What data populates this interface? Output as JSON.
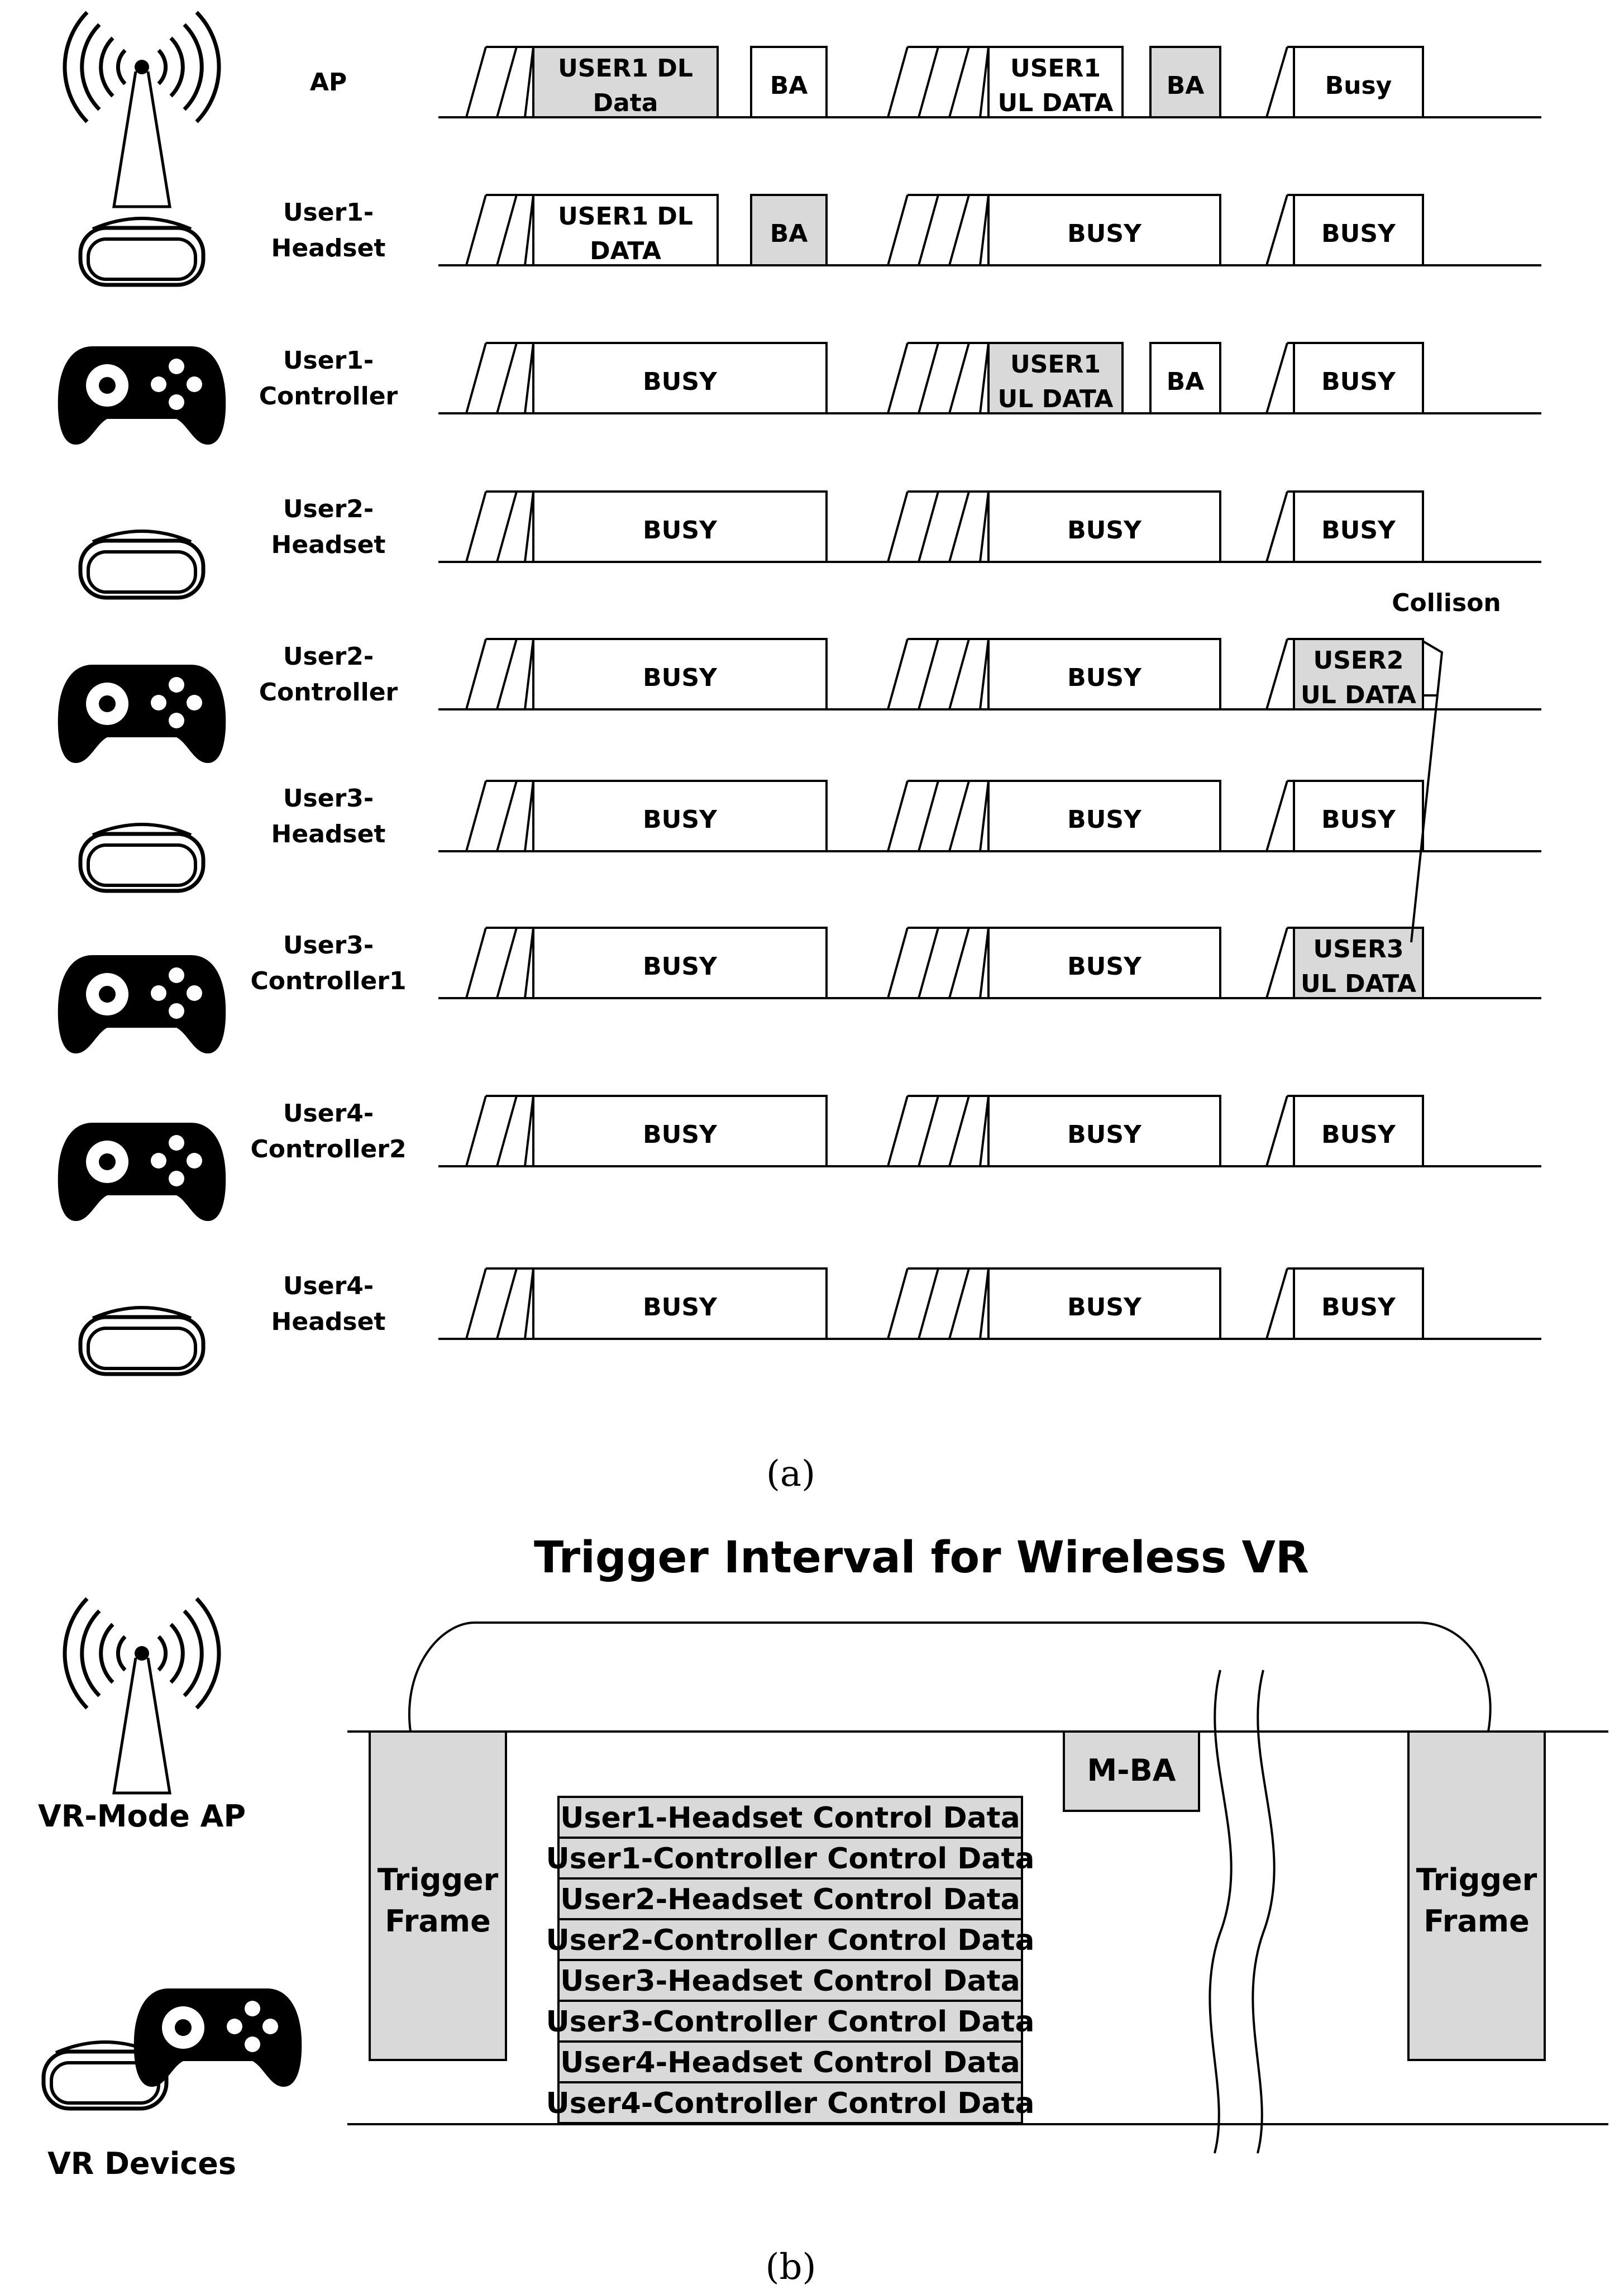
{
  "colors": {
    "shaded": "#d9d9d9",
    "line": "#000000",
    "background": "#ffffff"
  },
  "part_a": {
    "caption": "(a)",
    "collision_label": "Collison",
    "rows": [
      {
        "label": [
          "AP"
        ],
        "icon": "antenna-icon",
        "frames": [
          {
            "lines": [
              "USER1 DL",
              "Data"
            ],
            "shaded": true
          },
          {
            "lines": [
              "BA"
            ],
            "shaded": false
          },
          {
            "lines": [
              "USER1",
              "UL DATA"
            ],
            "shaded": false
          },
          {
            "lines": [
              "BA"
            ],
            "shaded": true
          },
          {
            "lines": [
              "Busy"
            ],
            "shaded": false
          }
        ]
      },
      {
        "label": [
          "User1-",
          "Headset"
        ],
        "icon": "headset-icon",
        "frames": [
          {
            "lines": [
              "USER1 DL",
              "DATA"
            ],
            "shaded": false
          },
          {
            "lines": [
              "BA"
            ],
            "shaded": true
          },
          {
            "lines": [
              "BUSY"
            ],
            "shaded": false
          },
          {
            "lines": [
              "BUSY"
            ],
            "shaded": false
          }
        ]
      },
      {
        "label": [
          "User1-",
          "Controller"
        ],
        "icon": "gamepad-icon",
        "frames": [
          {
            "lines": [
              "BUSY"
            ],
            "shaded": false
          },
          {
            "lines": [
              "USER1",
              "UL DATA"
            ],
            "shaded": true
          },
          {
            "lines": [
              "BA"
            ],
            "shaded": false
          },
          {
            "lines": [
              "BUSY"
            ],
            "shaded": false
          }
        ]
      },
      {
        "label": [
          "User2-",
          "Headset"
        ],
        "icon": "headset-icon",
        "frames": [
          {
            "lines": [
              "BUSY"
            ],
            "shaded": false
          },
          {
            "lines": [
              "BUSY"
            ],
            "shaded": false
          },
          {
            "lines": [
              "BUSY"
            ],
            "shaded": false
          }
        ]
      },
      {
        "label": [
          "User2-",
          "Controller"
        ],
        "icon": "gamepad-icon",
        "frames": [
          {
            "lines": [
              "BUSY"
            ],
            "shaded": false
          },
          {
            "lines": [
              "BUSY"
            ],
            "shaded": false
          },
          {
            "lines": [
              "USER2",
              "UL DATA"
            ],
            "shaded": true
          }
        ]
      },
      {
        "label": [
          "User3-",
          "Headset"
        ],
        "icon": "headset-icon",
        "frames": [
          {
            "lines": [
              "BUSY"
            ],
            "shaded": false
          },
          {
            "lines": [
              "BUSY"
            ],
            "shaded": false
          },
          {
            "lines": [
              "BUSY"
            ],
            "shaded": false
          }
        ]
      },
      {
        "label": [
          "User3-",
          "Controller1"
        ],
        "icon": "gamepad-icon",
        "frames": [
          {
            "lines": [
              "BUSY"
            ],
            "shaded": false
          },
          {
            "lines": [
              "BUSY"
            ],
            "shaded": false
          },
          {
            "lines": [
              "USER3",
              "UL DATA"
            ],
            "shaded": true
          }
        ]
      },
      {
        "label": [
          "User4-",
          "Controller2"
        ],
        "icon": "gamepad-icon",
        "frames": [
          {
            "lines": [
              "BUSY"
            ],
            "shaded": false
          },
          {
            "lines": [
              "BUSY"
            ],
            "shaded": false
          },
          {
            "lines": [
              "BUSY"
            ],
            "shaded": false
          }
        ]
      },
      {
        "label": [
          "User4-",
          "Headset"
        ],
        "icon": "headset-icon",
        "frames": [
          {
            "lines": [
              "BUSY"
            ],
            "shaded": false
          },
          {
            "lines": [
              "BUSY"
            ],
            "shaded": false
          },
          {
            "lines": [
              "BUSY"
            ],
            "shaded": false
          }
        ]
      }
    ]
  },
  "part_b": {
    "title": "Trigger Interval for Wireless VR",
    "caption": "(b)",
    "ap_label": "VR-Mode AP",
    "devices_label": "VR Devices",
    "trigger_frame_left": [
      "Trigger",
      "Frame"
    ],
    "trigger_frame_right": [
      "Trigger",
      "Frame"
    ],
    "mba_label": "M-BA",
    "control_data": [
      "User1-Headset Control Data",
      "User1-Controller Control Data",
      "User2-Headset Control Data",
      "User2-Controller Control Data",
      "User3-Headset Control Data",
      "User3-Controller Control Data",
      "User4-Headset Control Data",
      "User4-Controller Control Data"
    ]
  }
}
